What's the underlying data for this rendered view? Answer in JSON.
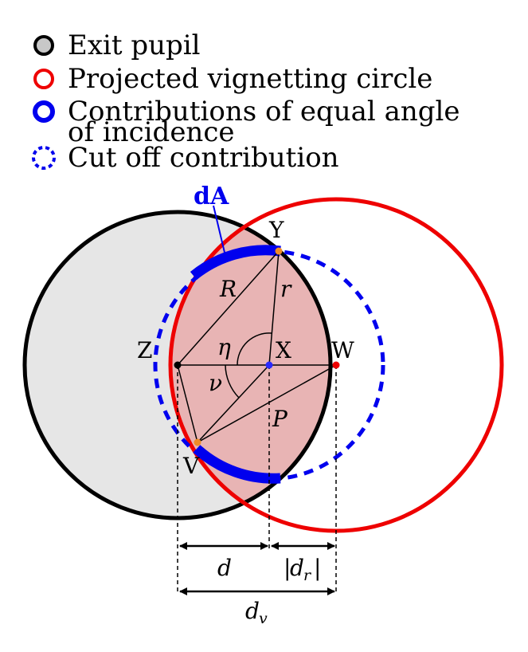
{
  "legend": [
    {
      "label": "Exit pupil",
      "marker": "gray-filled-black-ring"
    },
    {
      "label": "Projected vignetting circle",
      "marker": "red-ring"
    },
    {
      "label": "Contributions of equal angle",
      "label_line2": "of incidence",
      "marker": "thick-blue-ring"
    },
    {
      "label": "Cut off contribution",
      "marker": "dashed-blue-ring"
    }
  ],
  "labels": {
    "dA": "dA",
    "Y": "Y",
    "Z": "Z",
    "X": "X",
    "W": "W",
    "V": "V",
    "R": "R",
    "r": "r",
    "eta": "η",
    "nu": "ν",
    "P": "P",
    "d": "d",
    "dr_abs_open": "|",
    "dr_base": "d",
    "dr_sub": "r",
    "dr_abs_close": "|",
    "dv_base": "d",
    "dv_sub": "v"
  },
  "colors": {
    "exit_pupil_fill": "#e6e6e6",
    "exit_pupil_stroke": "#000000",
    "vignetting_circle": "#ee0000",
    "intersection_fill": "#e8b4b4",
    "contribution": "#0000ee",
    "point_orange": "#f08c28",
    "point_blue": "#2a2aff",
    "point_red": "#ee0000"
  }
}
